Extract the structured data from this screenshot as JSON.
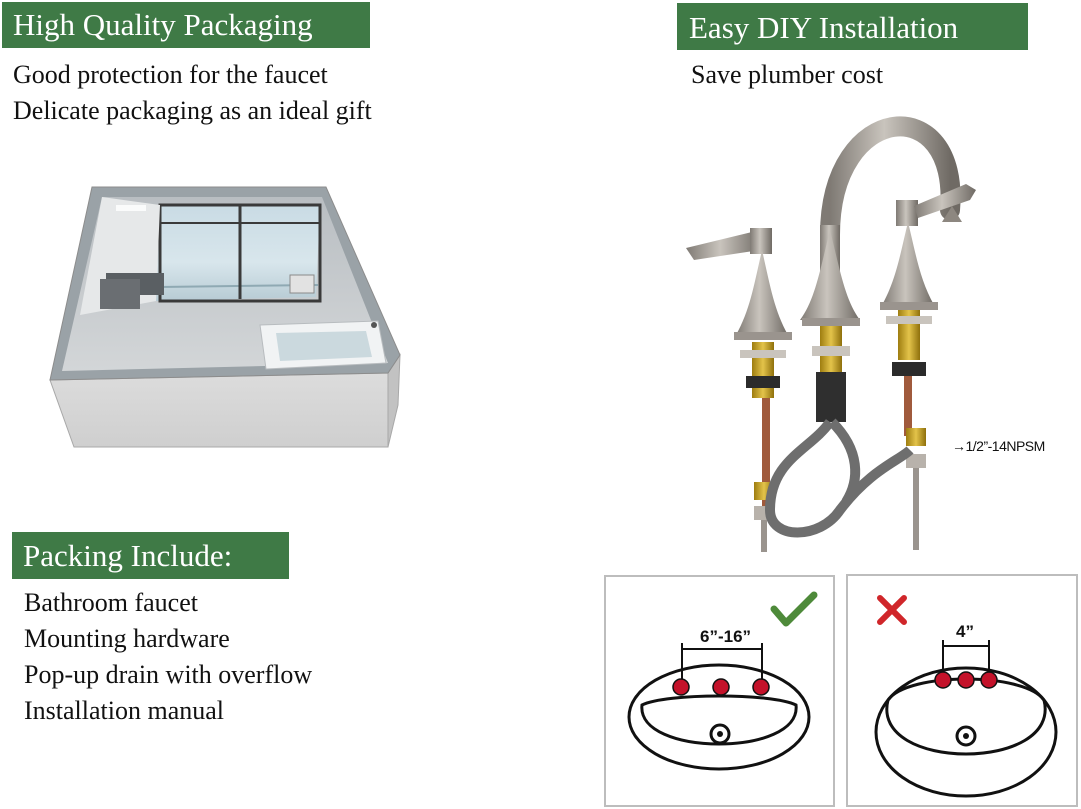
{
  "packaging": {
    "title": "High Quality Packaging",
    "lines": [
      "Good protection for the faucet",
      "Delicate packaging as an ideal gift"
    ]
  },
  "diy": {
    "title": "Easy DIY Installation",
    "lines": [
      "Save plumber cost"
    ],
    "thread_label": "→1/2”-14NPSM"
  },
  "packing": {
    "title": "Packing Include:",
    "items": [
      "Bathroom faucet",
      "Mounting hardware",
      "Pop-up drain with overflow",
      "Installation manual"
    ]
  },
  "diagrams": {
    "correct": {
      "measure": "6”-16”",
      "mark": "check-icon"
    },
    "wrong": {
      "measure": "4”",
      "mark": "cross-icon"
    }
  },
  "colors": {
    "banner": "#3f7a46",
    "check": "#4e8a3a",
    "cross": "#d0262a",
    "hole": "#c4122a"
  }
}
